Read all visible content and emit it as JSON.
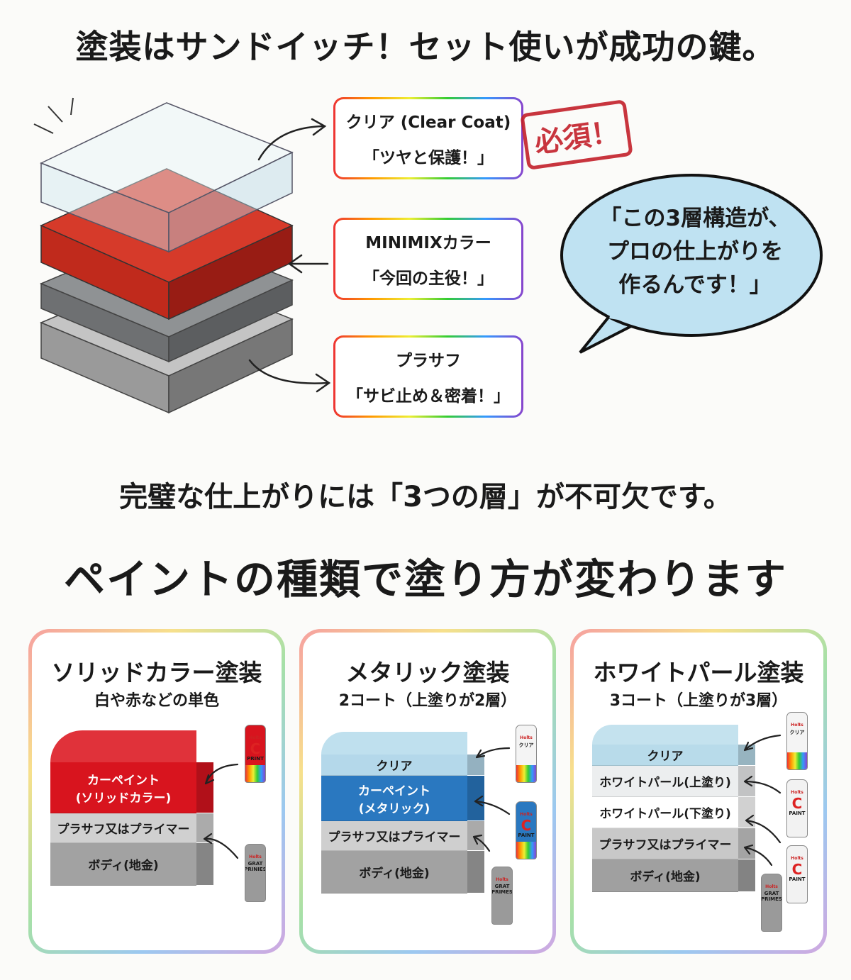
{
  "title": "塗装はサンドイッチ！セット使いが成功の鍵。",
  "layers_diagram": {
    "labels": [
      {
        "name": "クリア (Clear Coat)",
        "note": "「ツヤと保護！」"
      },
      {
        "name": "MINIMIXカラー",
        "note": "「今回の主役！」"
      },
      {
        "name": "プラサフ",
        "note": "「サビ止め＆密着！」"
      }
    ],
    "stamp": "必須！",
    "speech": [
      "「この3層構造が、",
      "プロの仕上がりを",
      "作るんです！」"
    ],
    "colors": {
      "clear": "#cfe6ee",
      "red": "#d63a2a",
      "gray": "#8f9294",
      "metal": "#a8a8a8",
      "bubble": "#bfe2f2",
      "stamp": "#c3202a"
    }
  },
  "subtitle": "完璧な仕上がりには「3つの層」が不可欠です。",
  "heading": "ペイントの種類で塗り方が変わります",
  "cards": [
    {
      "title": "ソリッドカラー塗装",
      "subtitle": "白や赤などの単色",
      "layers": [
        "カーペイント\n(ソリッドカラー)",
        "プラサフ又はプライマー",
        "ボディ(地金)"
      ],
      "cans": [
        {
          "brand": "Holts",
          "big": "C",
          "text": "PRINT"
        },
        {
          "brand": "Holts",
          "big": "",
          "text": "GRAT PRINIES"
        }
      ]
    },
    {
      "title": "メタリック塗装",
      "subtitle": "2コート（上塗りが2層）",
      "layers": [
        "クリア",
        "カーペイント\n(メタリック)",
        "プラサフ又はプライマー",
        "ボディ(地金)"
      ],
      "cans": [
        {
          "brand": "Holts",
          "big": "",
          "text": "クリア"
        },
        {
          "brand": "Holts",
          "big": "C",
          "text": "PAINT"
        },
        {
          "brand": "Holts",
          "big": "",
          "text": "GRAT PRIMES"
        }
      ]
    },
    {
      "title": "ホワイトパール塗装",
      "subtitle": "3コート（上塗りが3層）",
      "layers": [
        "クリア",
        "ホワイトパール(上塗り)",
        "ホワイトパール(下塗り)",
        "プラサフ又はプライマー",
        "ボディ(地金)"
      ],
      "cans": [
        {
          "brand": "Holts",
          "big": "",
          "text": "クリア"
        },
        {
          "brand": "Holts",
          "big": "C",
          "text": "PAINT"
        },
        {
          "brand": "Holts",
          "big": "C",
          "text": "PAINT"
        },
        {
          "brand": "Holts",
          "big": "",
          "text": "GRAT PRIMES"
        }
      ]
    }
  ]
}
